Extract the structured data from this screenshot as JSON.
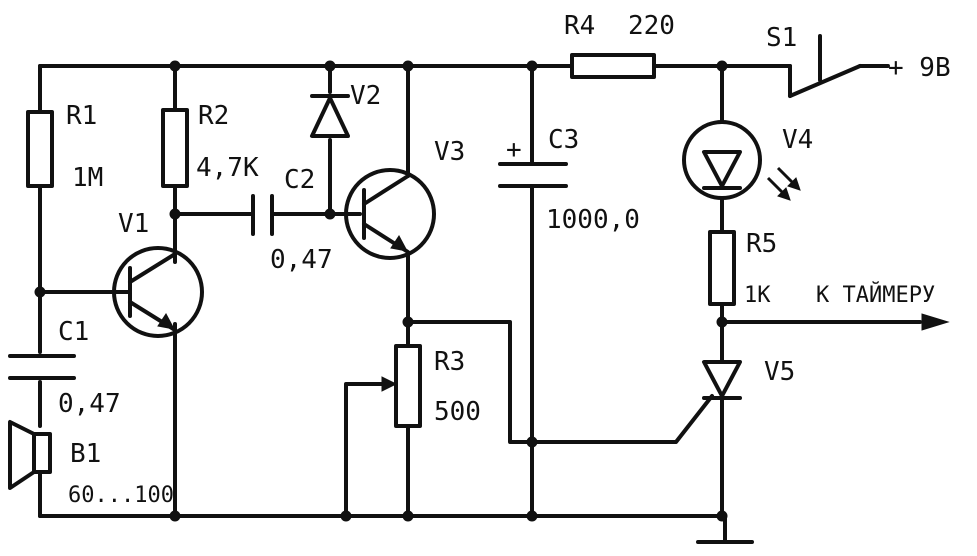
{
  "components": {
    "R1": {
      "designator": "R1",
      "value": "1M"
    },
    "R2": {
      "designator": "R2",
      "value": "4,7K"
    },
    "R3": {
      "designator": "R3",
      "value": "500"
    },
    "R4": {
      "designator": "R4",
      "value": "220"
    },
    "R5": {
      "designator": "R5",
      "value": "1K"
    },
    "C1": {
      "designator": "C1",
      "value": "0,47"
    },
    "C2": {
      "designator": "C2",
      "value": "0,47"
    },
    "C3": {
      "designator": "C3",
      "value": "1000,0"
    },
    "V1": {
      "designator": "V1"
    },
    "V2": {
      "designator": "V2"
    },
    "V3": {
      "designator": "V3"
    },
    "V4": {
      "designator": "V4"
    },
    "V5": {
      "designator": "V5"
    },
    "S1": {
      "designator": "S1"
    },
    "B1": {
      "designator": "B1",
      "value": "60...100"
    }
  },
  "labels": {
    "supply": "+ 9B",
    "output": "K ТАЙМЕРУ",
    "plus": "+"
  }
}
